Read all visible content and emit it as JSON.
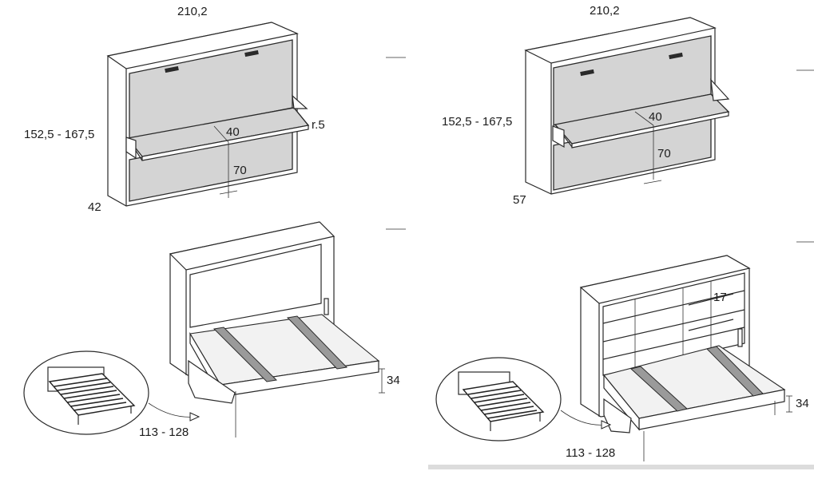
{
  "views": [
    {
      "id": "top-left",
      "dims": {
        "width": "210,2",
        "height": "152,5 - 167,5",
        "depth": "42",
        "desk_depth": "40",
        "desk_height": "70",
        "radius": "r.5"
      }
    },
    {
      "id": "top-right",
      "dims": {
        "width": "210,2",
        "height": "152,5 - 167,5",
        "depth": "57",
        "desk_depth": "40",
        "desk_height": "70"
      }
    },
    {
      "id": "bottom-left",
      "dims": {
        "bed_height": "34",
        "bed_length": "113 - 128"
      }
    },
    {
      "id": "bottom-right",
      "dims": {
        "bed_height": "34",
        "bed_length": "113 - 128",
        "shelf_depth": "17"
      }
    }
  ]
}
